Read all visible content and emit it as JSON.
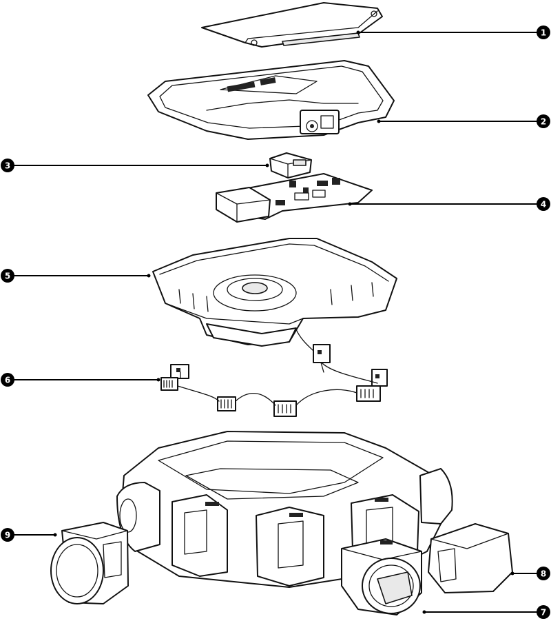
{
  "callouts": [
    {
      "id": "1",
      "label": "1"
    },
    {
      "id": "2",
      "label": "2"
    },
    {
      "id": "3",
      "label": "3"
    },
    {
      "id": "4",
      "label": "4"
    },
    {
      "id": "5",
      "label": "5"
    },
    {
      "id": "6",
      "label": "6"
    },
    {
      "id": "7",
      "label": "7"
    },
    {
      "id": "8",
      "label": "8"
    },
    {
      "id": "9",
      "label": "9"
    }
  ],
  "colors": {
    "line": "#111111",
    "callout_fill": "#000000",
    "callout_text": "#ffffff",
    "background": "#ffffff"
  }
}
